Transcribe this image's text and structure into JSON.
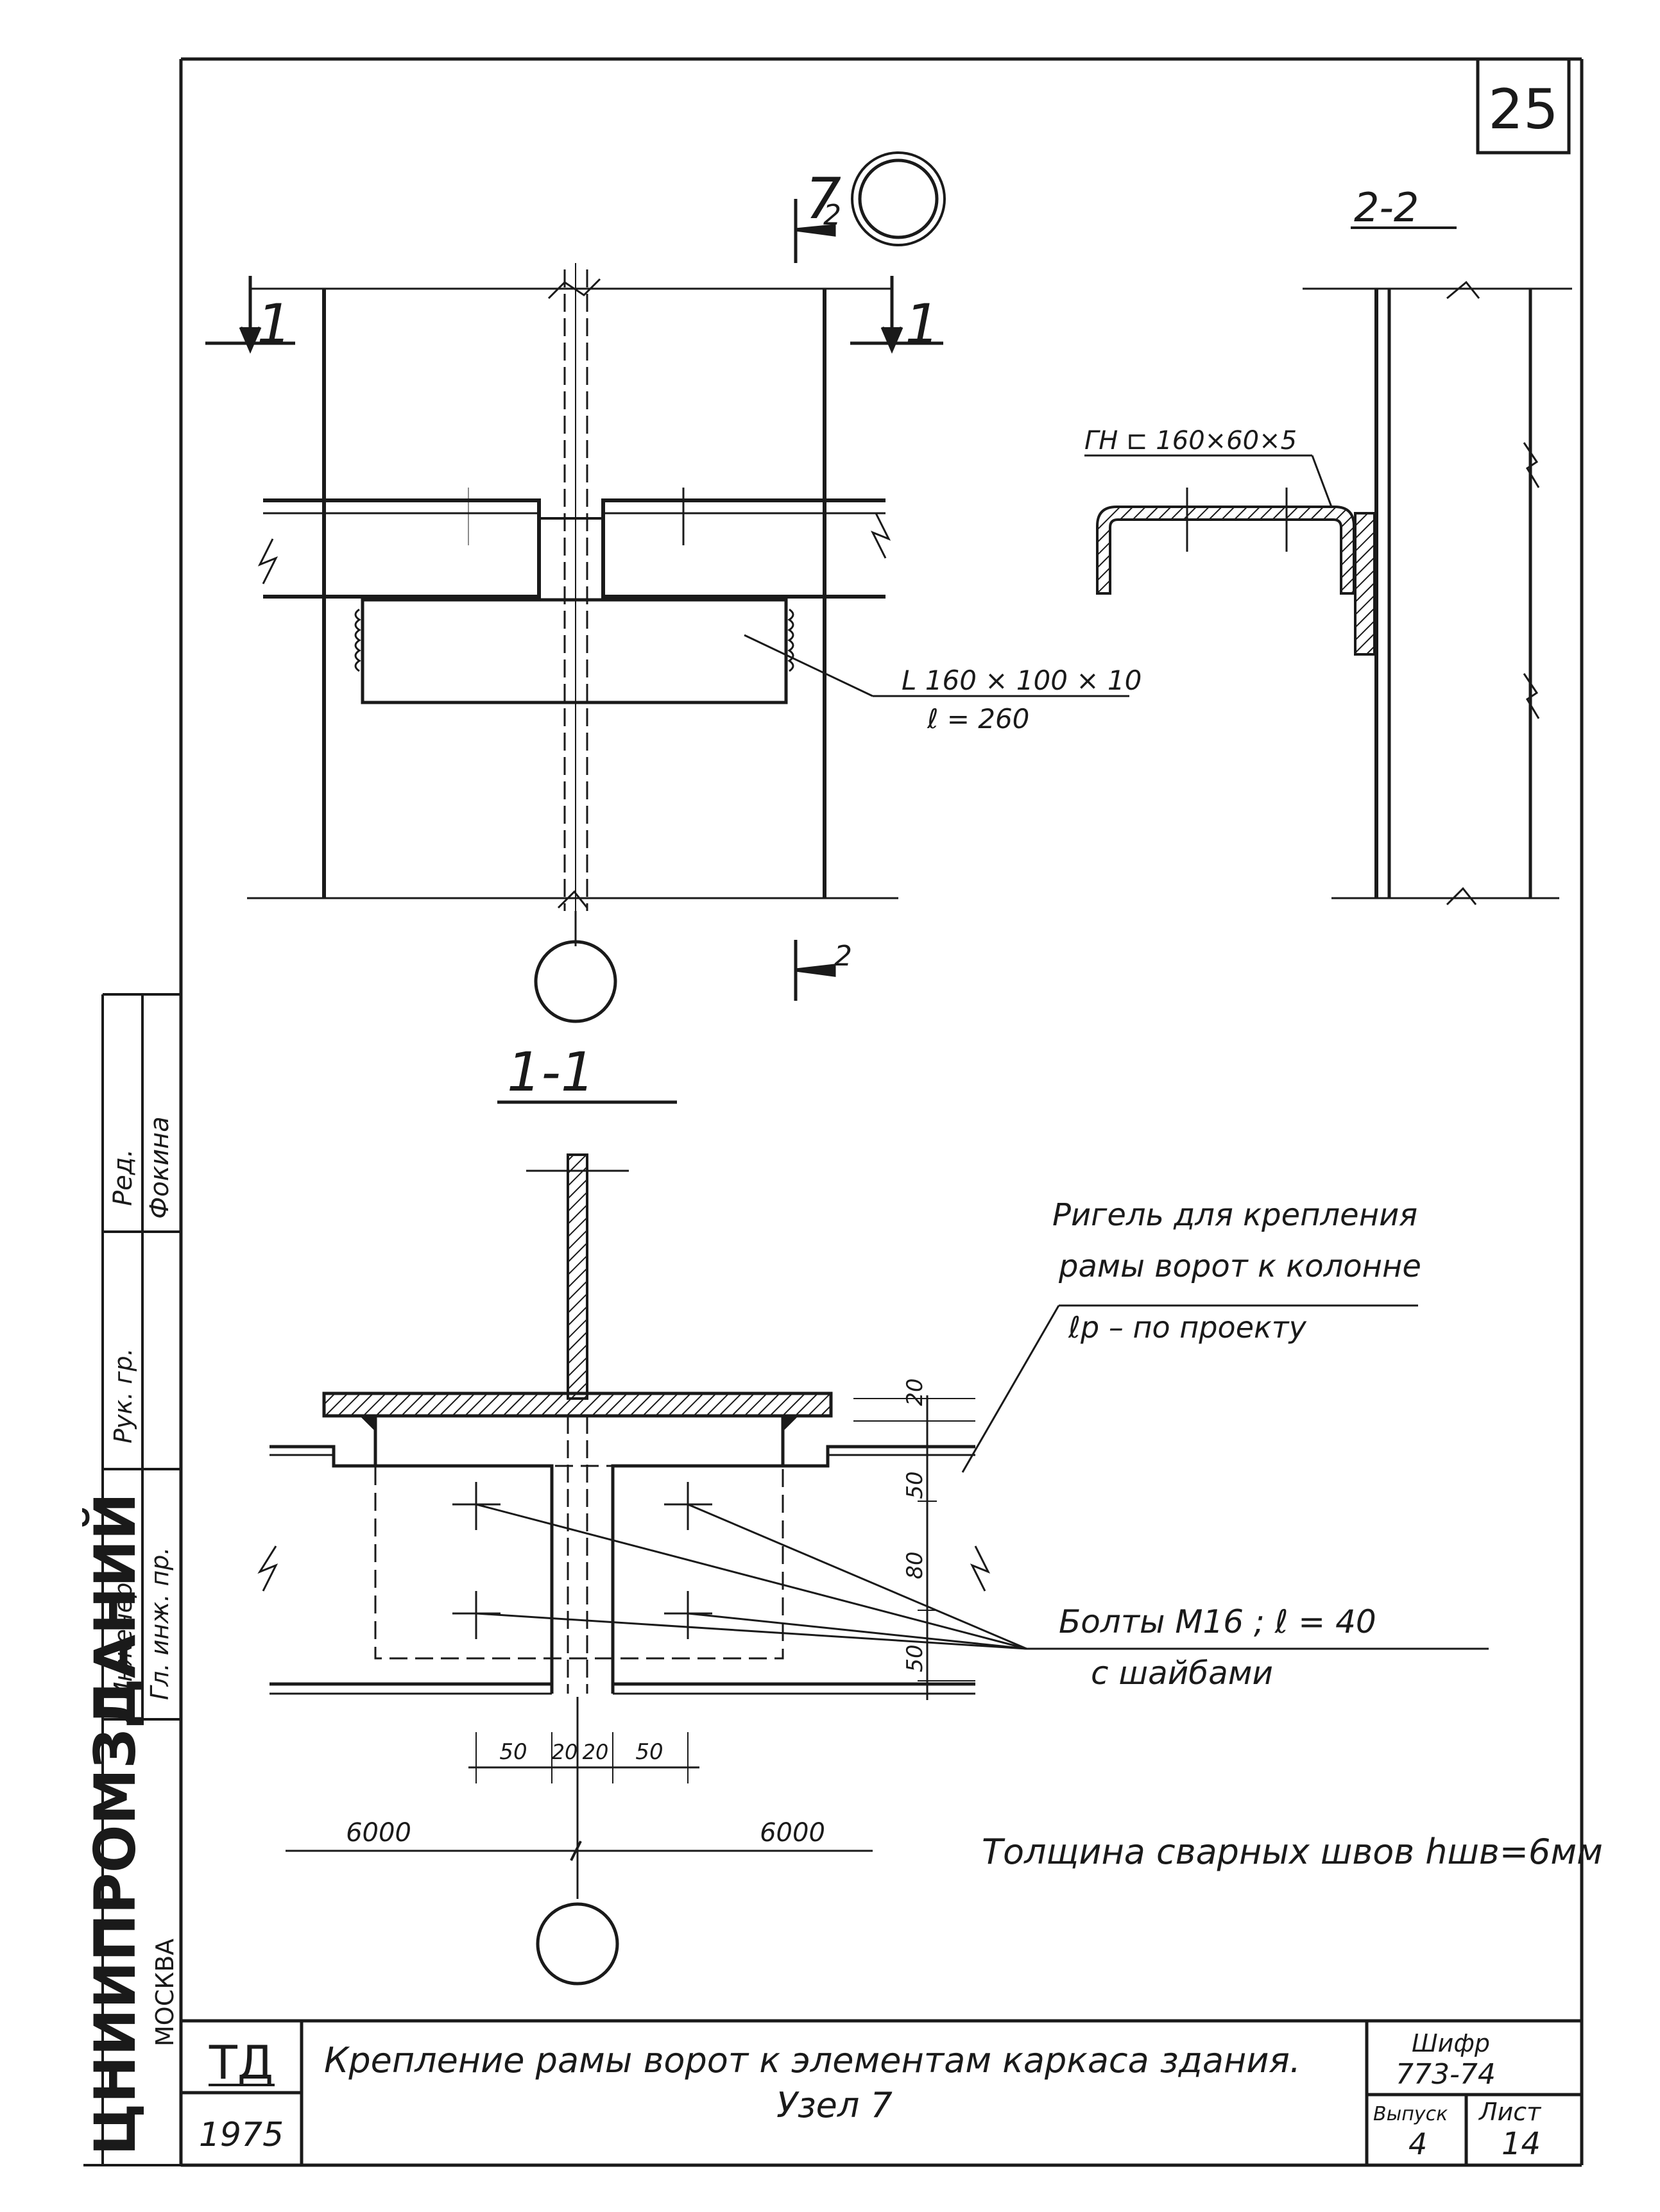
{
  "sheet": {
    "page_number": "25",
    "node_symbol": "7",
    "bottom_symbol": ""
  },
  "section_marks": {
    "cut_1": "1",
    "cut_2": "2",
    "section_1_1_title": "1-1",
    "section_2_2_title": "2-2"
  },
  "labels": {
    "channel": "ГН ⊏ 160×60×5",
    "angle_profile": "L 160 × 100 × 10",
    "angle_length": "ℓ = 260",
    "crossbar_line1": "Ригель для крепления",
    "crossbar_line2": "рамы ворот к колонне",
    "crossbar_line3": "ℓр – по проекту",
    "bolts_line1": "Болты М16 ; ℓ = 40",
    "bolts_line2": "с шайбами",
    "weld_note": "Толщина сварных швов hшв=6мм"
  },
  "dimensions": {
    "vertical": [
      "20",
      "50",
      "80",
      "50"
    ],
    "horizontal": [
      "50",
      "20",
      "20",
      "50"
    ],
    "span_left": "6000",
    "span_right": "6000"
  },
  "side_stamp": {
    "org": "ЦНИИПРОМЗДАНИЙ",
    "city": "МОСКВА",
    "rows": [
      {
        "role": "",
        "name": ""
      },
      {
        "role": "Рук. гр.",
        "name": ""
      },
      {
        "role": "Ред.",
        "name": "Фокина"
      },
      {
        "role": "Гл. инж. пр.",
        "name": ""
      },
      {
        "role": "Инженер",
        "name": ""
      }
    ]
  },
  "title_block": {
    "code": "ТД",
    "year": "1975",
    "title_line1": "Крепление рамы ворот к элементам каркаса здания.",
    "title_line2": "Узел 7",
    "cipher_label": "Шифр",
    "cipher_value": "773-74",
    "issue_label": "Выпуск",
    "issue_value": "4",
    "sheet_label": "Лист",
    "sheet_value": "14"
  },
  "colors": {
    "ink": "#1a1a1a",
    "paper": "#ffffff"
  }
}
